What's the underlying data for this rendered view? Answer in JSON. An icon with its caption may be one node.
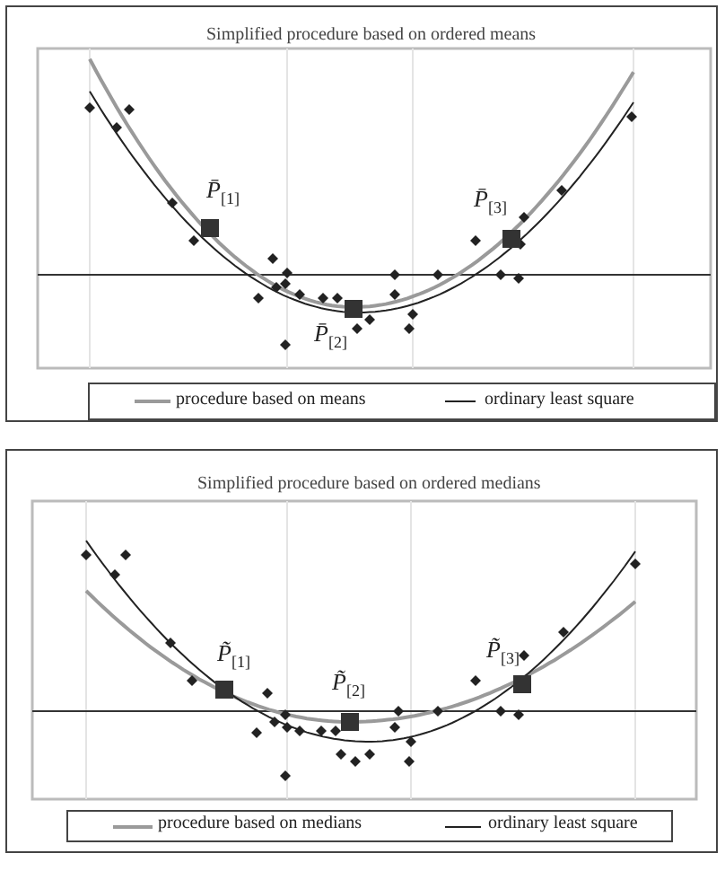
{
  "diagram": {
    "labels": [
      "Simplified procedure based on ordered means",
      "P̄$_{[1]}$",
      "P̄$_{[3]}$",
      "P̄$_{[2]}$",
      "Simplified procedure based on ordered medians",
      "P̃$_{[1]}$",
      "P̃$_{[2]}$",
      "P̃$_{[3]}$"
    ],
    "legend": [
      {
        "text": "procedure based on means"
      },
      {
        "text": "ordinary least square"
      },
      {
        "text": "procedure based on medians"
      },
      {
        "text": "ordinary least square"
      }
    ]
  }
}
